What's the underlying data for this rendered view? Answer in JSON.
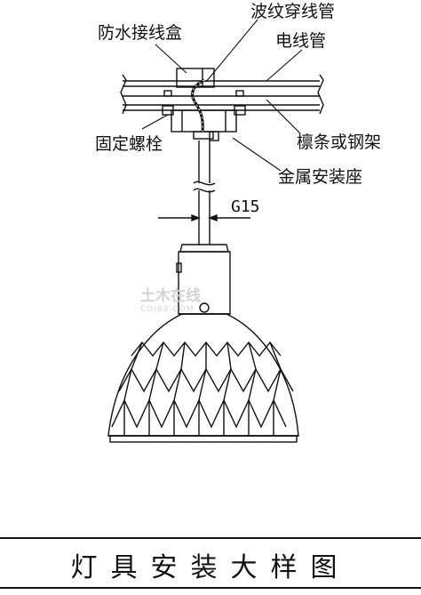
{
  "labels": {
    "waterproof_box": "防水接线盒",
    "corrugated_tube": "波纹穿线管",
    "conduit": "电线管",
    "fixing_bolt": "固定螺栓",
    "purlin": "檩条或钢架",
    "metal_seat": "金属安装座",
    "g15": "G15"
  },
  "title": "灯具安装大样图",
  "watermark": {
    "main": "土木在线",
    "sub": "COI88.COM"
  }
}
